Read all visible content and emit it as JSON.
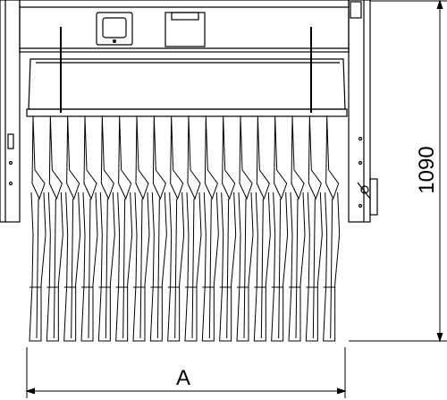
{
  "drawing": {
    "dimension_height_label": "1090",
    "dimension_width_label": "A",
    "tine_count": 18
  }
}
